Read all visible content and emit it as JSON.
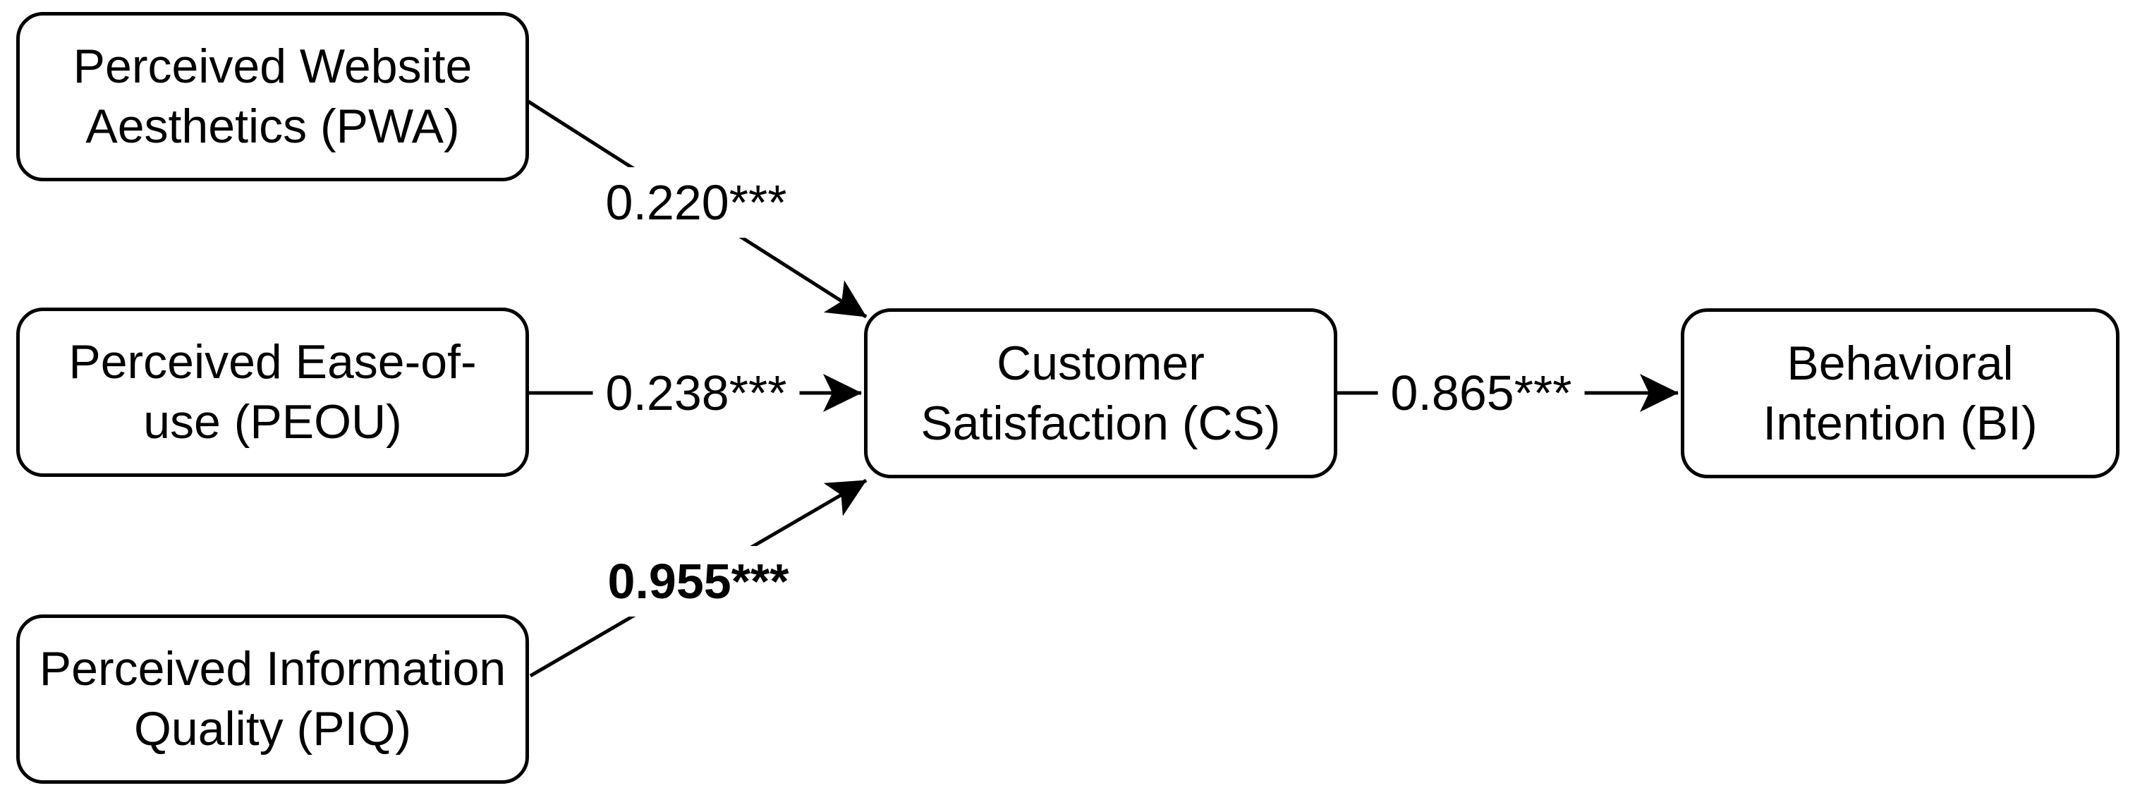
{
  "diagram": {
    "background_color": "#ffffff",
    "stroke_color": "#000000",
    "nodes": [
      {
        "id": "PWA",
        "line1": "Perceived Website",
        "line2": "Aesthetics (PWA)"
      },
      {
        "id": "PEOU",
        "line1": "Perceived Ease-of-",
        "line2": "use (PEOU)"
      },
      {
        "id": "PIQ",
        "line1": "Perceived Information",
        "line2": "Quality (PIQ)"
      },
      {
        "id": "CS",
        "line1": "Customer",
        "line2": "Satisfaction (CS)"
      },
      {
        "id": "BI",
        "line1": "Behavioral",
        "line2": "Intention (BI)"
      }
    ],
    "edges": [
      {
        "from": "PWA",
        "to": "CS",
        "label": "0.220***",
        "bold": false
      },
      {
        "from": "PEOU",
        "to": "CS",
        "label": "0.238***",
        "bold": false
      },
      {
        "from": "PIQ",
        "to": "CS",
        "label": "0.955***",
        "bold": true
      },
      {
        "from": "CS",
        "to": "BI",
        "label": "0.865***",
        "bold": false
      }
    ]
  }
}
